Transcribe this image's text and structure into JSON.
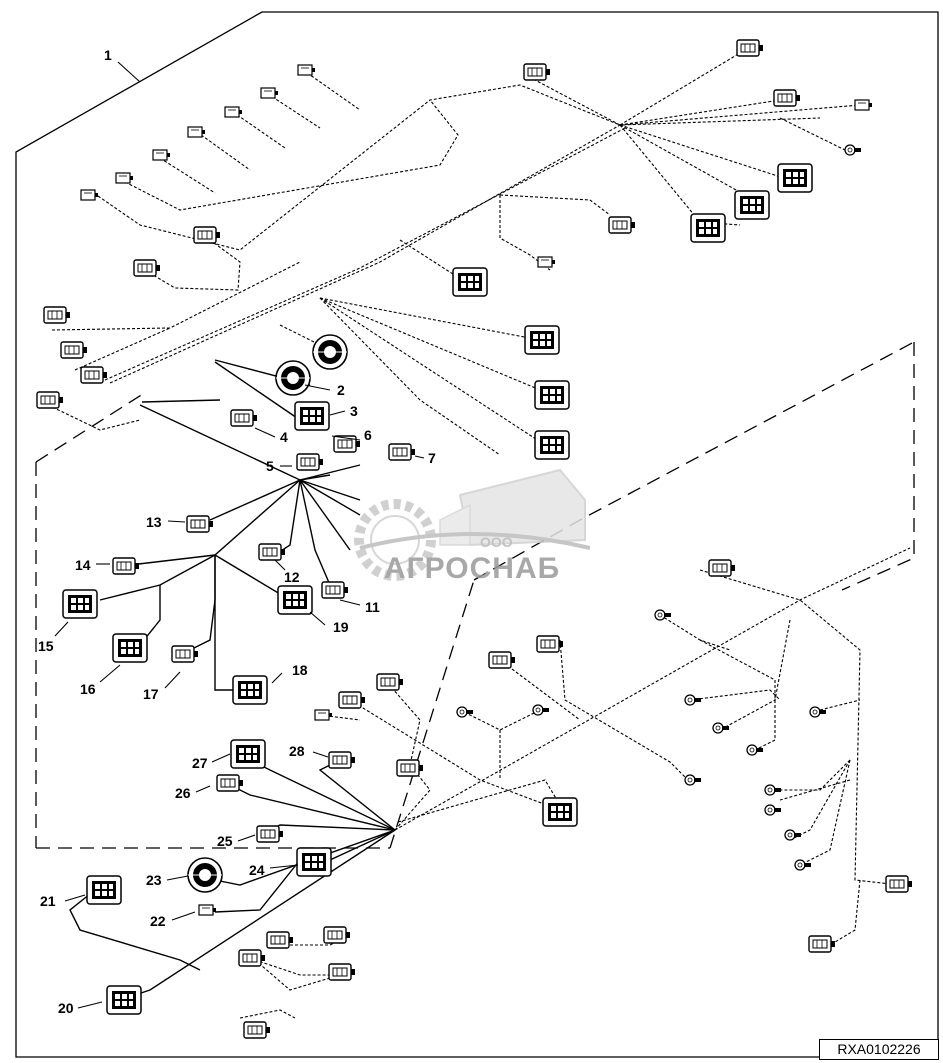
{
  "drawing_id": "RXA0102226",
  "watermark": {
    "prefix": "ООО",
    "name": "АГРОСНАБ"
  },
  "callouts": [
    "1",
    "2",
    "3",
    "4",
    "5",
    "6",
    "7",
    "11",
    "12",
    "13",
    "14",
    "15",
    "16",
    "17",
    "18",
    "19",
    "20",
    "21",
    "22",
    "23",
    "24",
    "25",
    "26",
    "27",
    "28"
  ]
}
